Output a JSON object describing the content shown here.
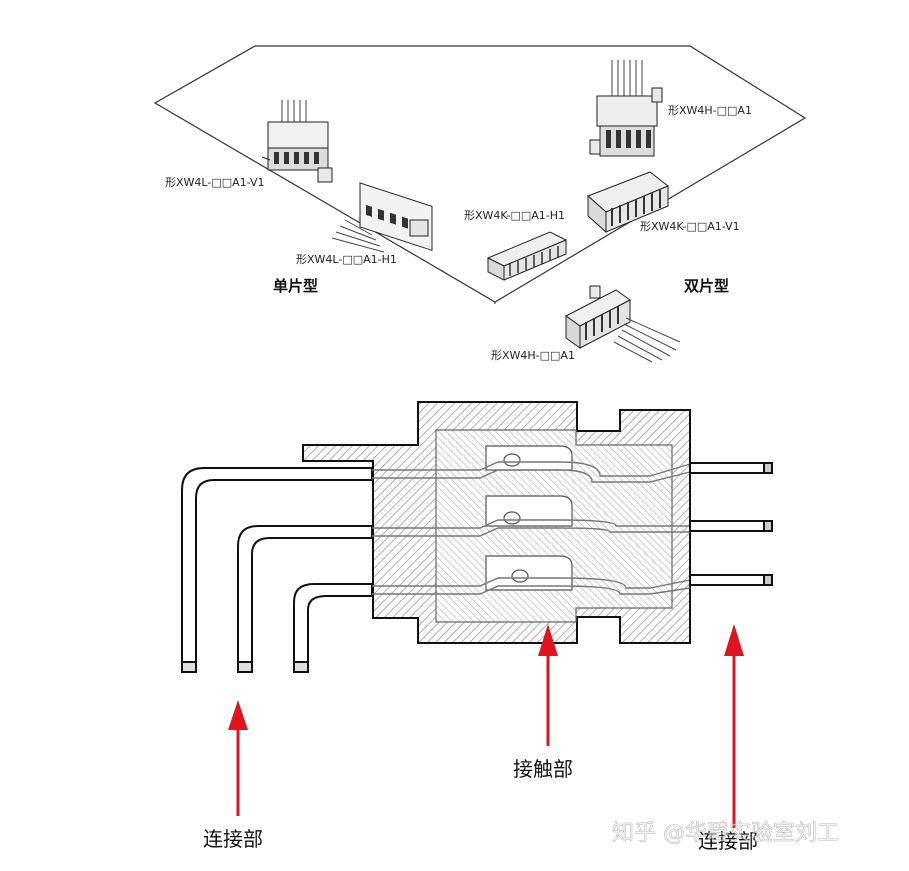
{
  "top_diagram": {
    "labels": {
      "xw4l_v1": "形XW4L-□□A1-V1",
      "xw4l_h1": "形XW4L-□□A1-H1",
      "xw4k_h1": "形XW4K-□□A1-H1",
      "xw4h_top": "形XW4H-□□A1",
      "xw4k_v1": "形XW4K-□□A1-V1",
      "xw4h_bottom": "形XW4H-□□A1"
    },
    "group_single": "单片型",
    "group_double": "双片型"
  },
  "cross_section": {
    "label_left": "连接部",
    "label_middle": "接触部",
    "label_right": "连接部",
    "arrow_color": "#e0141e"
  },
  "watermark": "知乎 @华碧实验室刘工"
}
